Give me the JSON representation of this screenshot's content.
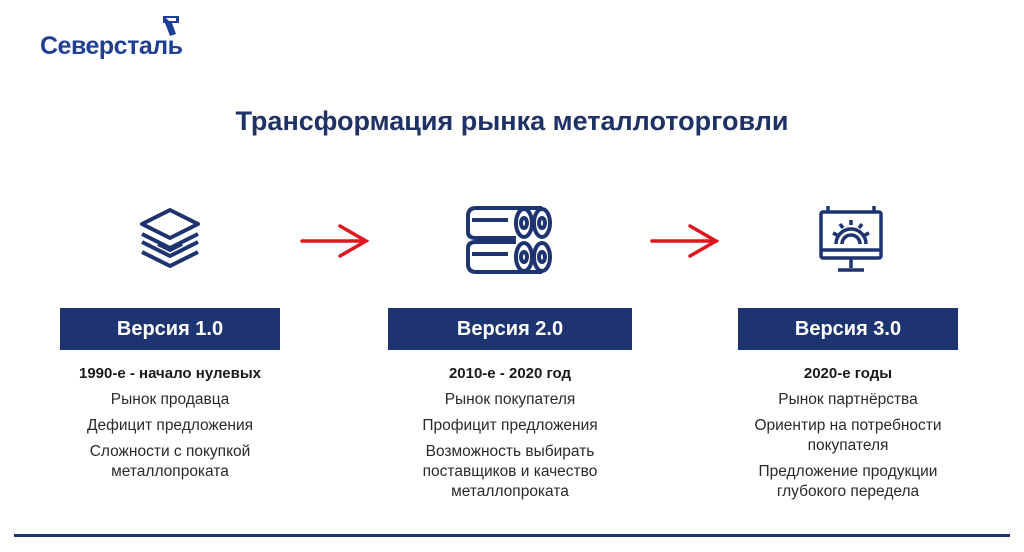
{
  "brand": {
    "name": "Северсталь",
    "color": "#1e3f94"
  },
  "title": "Трансформация рынка металлоторговли",
  "colors": {
    "banner": "#1e3470",
    "arrow": "#e0161e",
    "icon": "#1e3470"
  },
  "columns": [
    {
      "icon": "layers-icon",
      "label": "Версия 1.0",
      "period": "1990-е - начало нулевых",
      "items": [
        "Рынок продавца",
        "Дефицит предложения",
        "Сложности с покупкой\nметаллопроката"
      ]
    },
    {
      "icon": "pipes-icon",
      "label": "Версия 2.0",
      "period": "2010-е - 2020 год",
      "items": [
        "Рынок покупателя",
        "Профицит предложения",
        "Возможность выбирать\nпоставщиков и качество\nметаллопроката"
      ]
    },
    {
      "icon": "monitor-gear-icon",
      "label": "Версия 3.0",
      "period": "2020-е годы",
      "items": [
        "Рынок партнёрства",
        "Ориентир на потребности\nпокупателя",
        "Предложение продукции\nглубокого передела"
      ]
    }
  ]
}
